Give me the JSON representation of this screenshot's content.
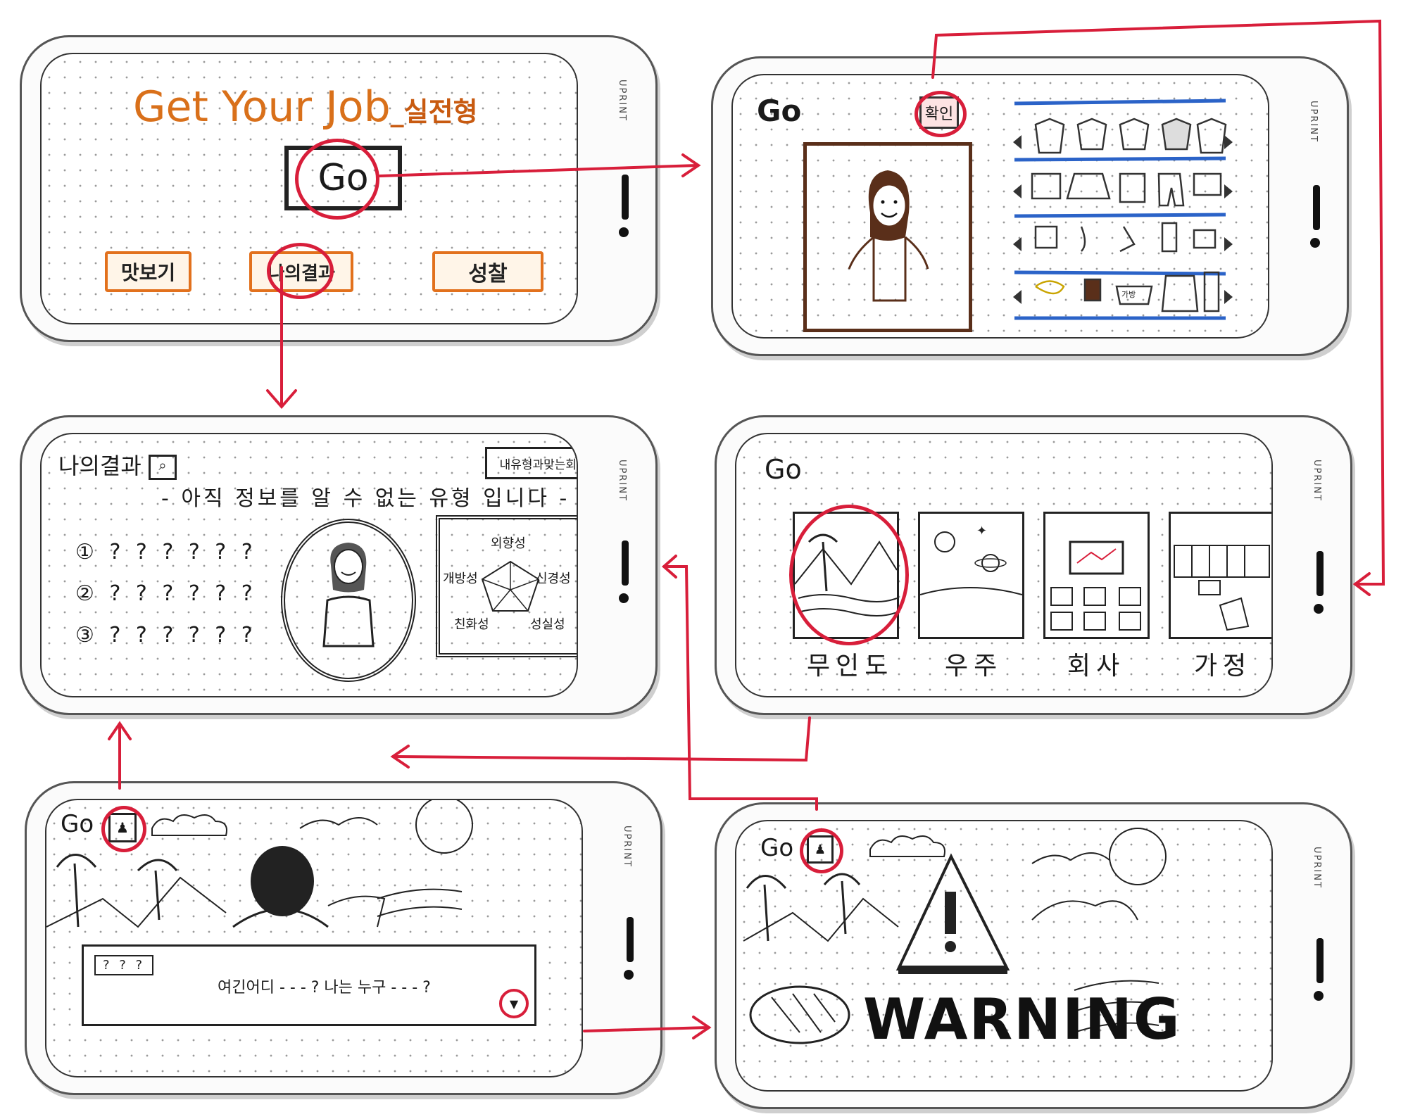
{
  "screen1": {
    "brand": "UPRINT",
    "title_main": "Get Your Job",
    "title_suffix": "_실전형",
    "go_button": "Go",
    "buttons": [
      "맛보기",
      "나의결과",
      "성찰"
    ]
  },
  "screen2": {
    "brand": "UPRINT",
    "go_label": "Go",
    "confirm_button": "확인",
    "bag_label": "가방"
  },
  "screen3": {
    "brand": "UPRINT",
    "title": "나의결과",
    "company_button": "내유형과맞는회사는?",
    "subtitle": "- 아직 정보를 알 수 없는 유형 입니다 -",
    "rows": [
      {
        "num": "①",
        "marks": "? ? ? ? ? ?"
      },
      {
        "num": "②",
        "marks": "? ? ? ? ? ?"
      },
      {
        "num": "③",
        "marks": "? ? ? ? ? ?"
      }
    ],
    "radar_labels": [
      "외향성",
      "개방성",
      "신경성",
      "친화성",
      "성실성"
    ]
  },
  "screen4": {
    "brand": "UPRINT",
    "go_label": "Go",
    "places": [
      "무인도",
      "우주",
      "회사",
      "가정"
    ]
  },
  "screen5": {
    "brand": "UPRINT",
    "go_label": "Go",
    "name_box": "? ? ?",
    "dialog": "여긴어디 - - - ?  나는 누구 - - - ?"
  },
  "screen6": {
    "brand": "UPRINT",
    "go_label": "Go",
    "warning": "WARNING"
  },
  "colors": {
    "accent_red": "#d81e3a",
    "accent_orange": "#e2711d",
    "rail_blue": "#2b63c8"
  }
}
